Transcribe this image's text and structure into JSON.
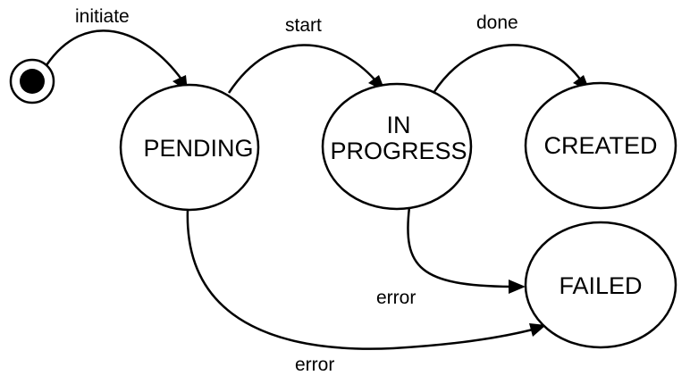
{
  "states": {
    "pending": {
      "label": "PENDING"
    },
    "in_progress": {
      "label_line1": "IN",
      "label_line2": "PROGRESS"
    },
    "created": {
      "label": "CREATED"
    },
    "failed": {
      "label": "FAILED"
    }
  },
  "transitions": {
    "initiate": {
      "label": "initiate"
    },
    "start": {
      "label": "start"
    },
    "done": {
      "label": "done"
    },
    "error_in_progress": {
      "label": "error"
    },
    "error_pending": {
      "label": "error"
    }
  },
  "colors": {
    "stroke": "#000000",
    "fill": "#ffffff"
  }
}
